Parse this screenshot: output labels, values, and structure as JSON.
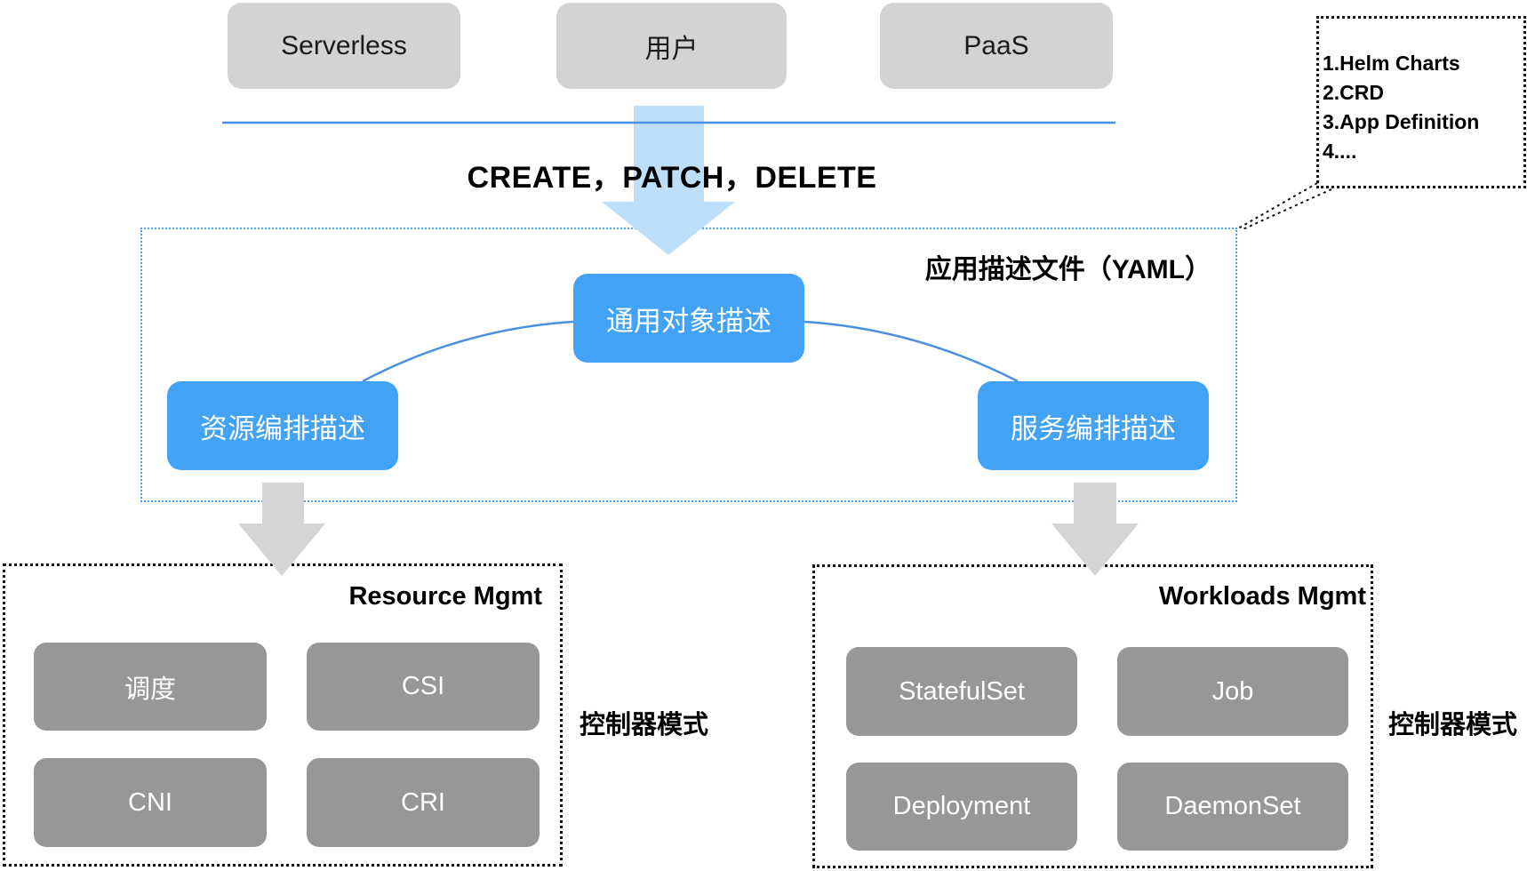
{
  "colors": {
    "blue_node": "#42A2F5",
    "light_blue_arrow": "#BEDFF9",
    "gray_node": "#D3D3D3",
    "dark_gray_node": "#979797",
    "gray_arrow": "#D5D5D5",
    "blue_line": "#4A90E2",
    "blue_dotted": "#4BA2F2"
  },
  "top_sources": [
    "Serverless",
    "用户",
    "PaaS"
  ],
  "api_actions_label": "CREATE，PATCH，DELETE",
  "yaml_section": {
    "title": "应用描述文件（YAML）",
    "common_object": "通用对象描述",
    "resource_orchestration": "资源编排描述",
    "service_orchestration": "服务编排描述"
  },
  "callout": {
    "items": [
      "1.Helm Charts",
      "2.CRD",
      "3.App Definition",
      "4...."
    ]
  },
  "resource_mgmt": {
    "title": "Resource Mgmt",
    "nodes": [
      "调度",
      "CSI",
      "CNI",
      "CRI"
    ],
    "side_label": "控制器模式"
  },
  "workloads_mgmt": {
    "title": "Workloads Mgmt",
    "nodes": [
      "StatefulSet",
      "Job",
      "Deployment",
      "DaemonSet"
    ],
    "side_label": "控制器模式"
  }
}
